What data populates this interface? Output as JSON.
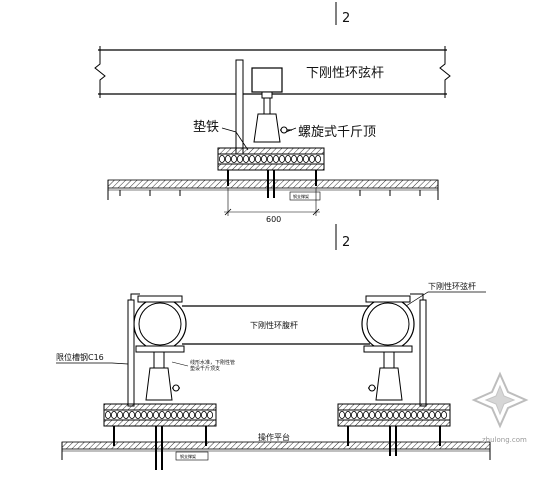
{
  "top_view": {
    "section_mark": "2",
    "chord_label": "下刚性环弦杆",
    "shim_label": "垫铁",
    "jack_label": "螺旋式千斤顶",
    "note_label": "钢支撑架",
    "dimension": "600"
  },
  "bottom_view": {
    "section_mark": "2",
    "right_chord_label": "下刚性环弦杆",
    "center_beam_label": "下刚性环腹杆",
    "channel_label": "限位槽钢C16",
    "note_line_1": "线形水准，下刚性管",
    "note_line_2": "垫设千斤顶支",
    "platform_label": "操作平台",
    "support_note": "钢支撑架"
  },
  "watermark": {
    "text": "zhulong.com"
  }
}
